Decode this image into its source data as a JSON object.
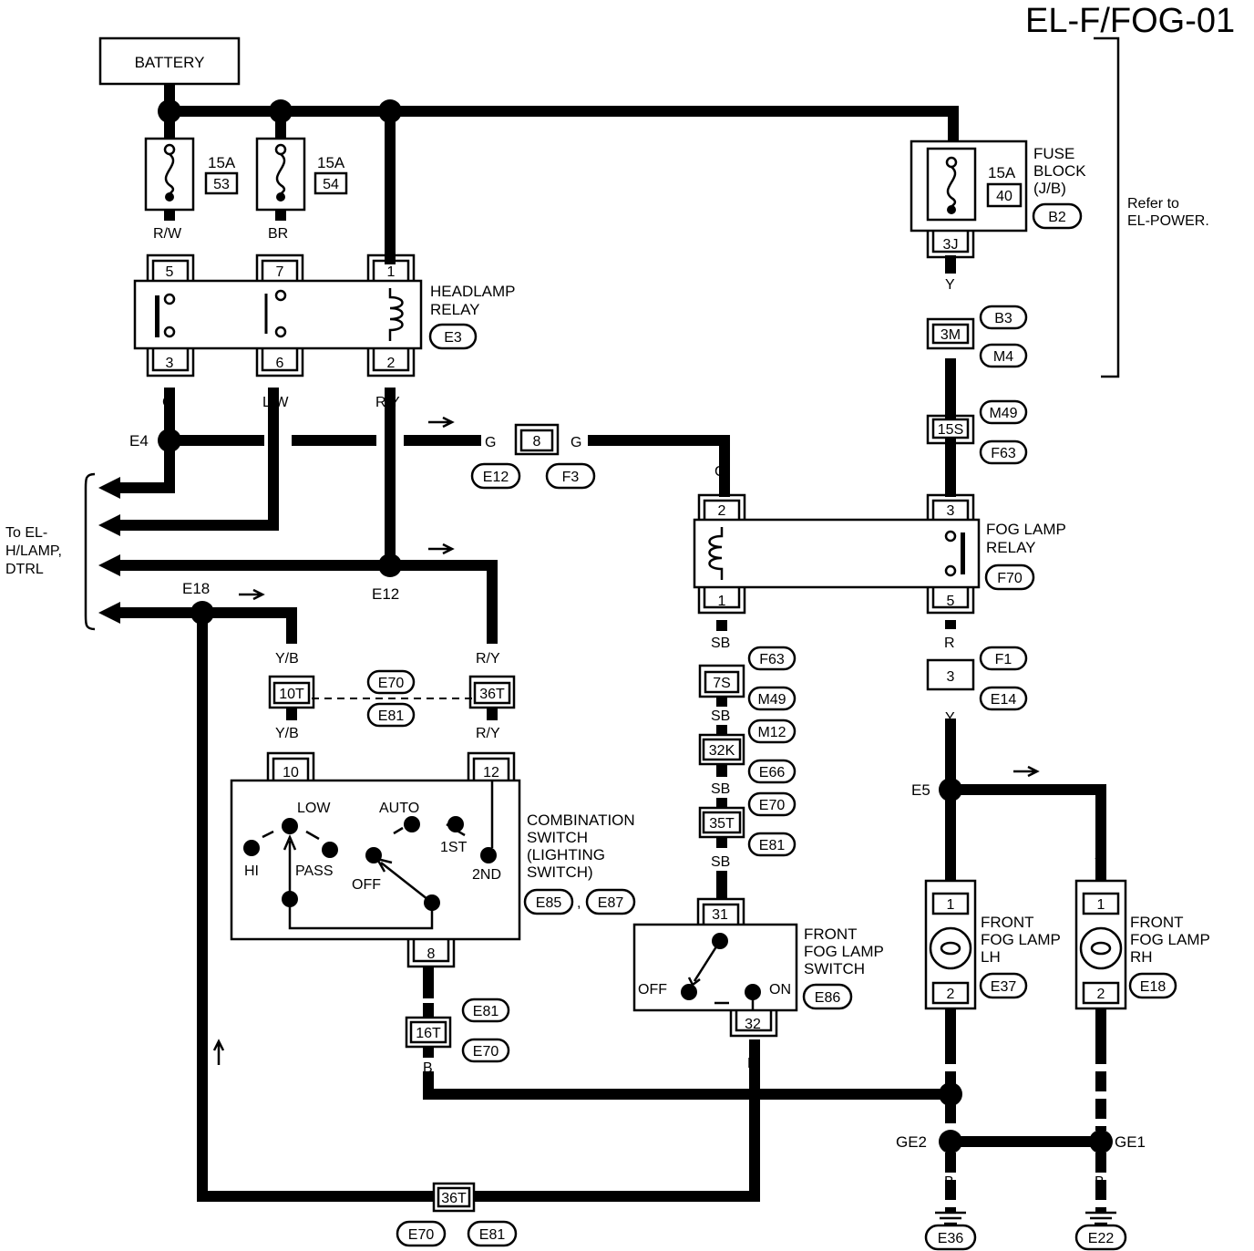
{
  "page_code": "EL-F/FOG-01",
  "battery": "BATTERY",
  "fuses": [
    {
      "amp": "15A",
      "num": "53"
    },
    {
      "amp": "15A",
      "num": "54"
    },
    {
      "amp": "15A",
      "num": "40"
    }
  ],
  "fuse_block": {
    "title": [
      "FUSE",
      "BLOCK",
      "(J/B)"
    ],
    "conn": "B2",
    "pin": "3J"
  },
  "refer_to": [
    "Refer to",
    "EL-POWER."
  ],
  "headlamp_relay": {
    "title": [
      "HEADLAMP",
      "RELAY"
    ],
    "conn": "E3",
    "pins": [
      "5",
      "7",
      "1",
      "3",
      "6",
      "2"
    ]
  },
  "wire_colors": {
    "rw": "R/W",
    "br": "BR",
    "g": "G",
    "lw": "L/W",
    "ry": "R/Y",
    "yb": "Y/B",
    "y": "Y",
    "r": "R",
    "sb": "SB",
    "b": "B"
  },
  "to_el": [
    "To EL-",
    "H/LAMP,",
    "DTRL"
  ],
  "splices": [
    "E4",
    "E12",
    "E18",
    "E5",
    "GE2",
    "GE1"
  ],
  "connectors": {
    "c8": "8",
    "c3m": "3M",
    "c15s": "15S",
    "c10t": "10T",
    "c36t": "36T",
    "c7s": "7S",
    "c32k": "32K",
    "c35t": "35T",
    "c16t": "16T",
    "c36t_b": "36T",
    "c3": "3",
    "c10": "10",
    "c12": "12",
    "c8b": "8",
    "c31": "31",
    "c32": "32"
  },
  "conn_ids": {
    "e12": "E12",
    "f3": "F3",
    "b3": "B3",
    "m4": "M4",
    "m49": "M49",
    "f63": "F63",
    "e70": "E70",
    "e81": "E81",
    "f63b": "F63",
    "m49b": "M49",
    "m12": "M12",
    "e66": "E66",
    "e70b": "E70",
    "e81b": "E81",
    "f1": "F1",
    "e14": "E14",
    "e81c": "E81",
    "e70c": "E70",
    "e70d": "E70",
    "e81d": "E81",
    "e36": "E36",
    "e22": "E22"
  },
  "fog_relay": {
    "title": [
      "FOG LAMP",
      "RELAY"
    ],
    "conn": "F70",
    "pins": [
      "2",
      "3",
      "1",
      "5"
    ]
  },
  "combination_switch": {
    "title": [
      "COMBINATION",
      "SWITCH",
      "(LIGHTING",
      "SWITCH)"
    ],
    "conns": [
      "E85",
      "E87"
    ],
    "positions": {
      "low": "LOW",
      "hi": "HI",
      "pass": "PASS",
      "auto": "AUTO",
      "off": "OFF",
      "first": "1ST",
      "second": "2ND"
    }
  },
  "fog_switch": {
    "title": [
      "FRONT",
      "FOG LAMP",
      "SWITCH"
    ],
    "conn": "E86",
    "off": "OFF",
    "on": "ON"
  },
  "fog_lamp_lh": {
    "title": [
      "FRONT",
      "FOG LAMP",
      "LH"
    ],
    "conn": "E37",
    "pins": [
      "1",
      "2"
    ]
  },
  "fog_lamp_rh": {
    "title": [
      "FRONT",
      "FOG LAMP",
      "RH"
    ],
    "conn": "E18",
    "pins": [
      "1",
      "2"
    ]
  }
}
